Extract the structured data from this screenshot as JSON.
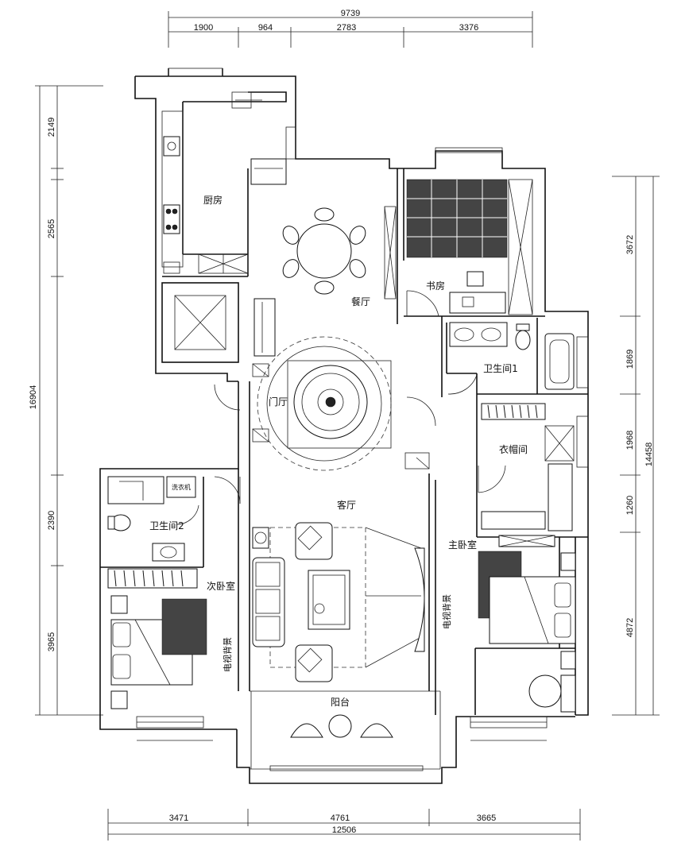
{
  "dimensions": {
    "top_total": "9739",
    "top_segments": [
      "1900",
      "964",
      "2783",
      "3376"
    ],
    "bottom_total": "12506",
    "bottom_segments": [
      "3471",
      "4761",
      "3665"
    ],
    "left_total": "16904",
    "left_segments": [
      "2149",
      "2565",
      "2390",
      "3965"
    ],
    "right_total": "14458",
    "right_segments": [
      "3672",
      "1869",
      "1968",
      "1260",
      "4872"
    ]
  },
  "rooms": {
    "kitchen": "厨房",
    "dining": "餐厅",
    "study": "书房",
    "bath1": "卫生间1",
    "foyer": "门厅",
    "closet": "衣帽间",
    "living": "客厅",
    "bath2": "卫生间2",
    "second_bed": "次卧室",
    "master_bed": "主卧室",
    "balcony": "阳台",
    "tv_wall_left": "电视背景",
    "tv_wall_right": "电视背景"
  },
  "appliances": {
    "washer": "洗衣机"
  }
}
